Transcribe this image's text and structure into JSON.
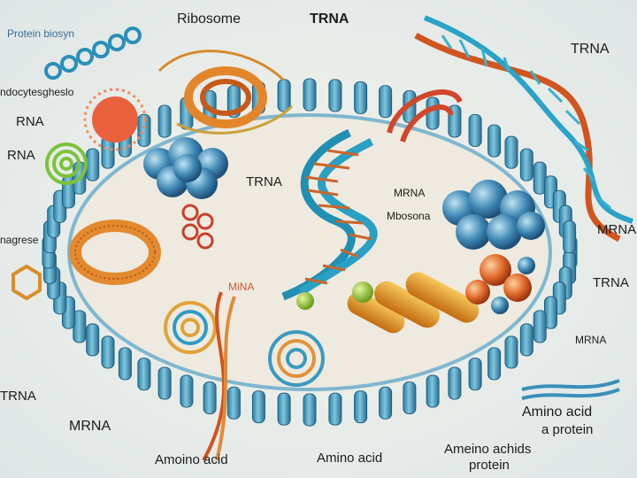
{
  "labels": {
    "protein_biosynthesis": "Protein biosyn",
    "ribosome": "Ribosome",
    "trna_top": "TRNA",
    "trna_right_top": "TRNA",
    "endocytosis": "ndocytesgheslo",
    "rna_left": "RNA",
    "rna_left2": "RNA",
    "trna_center": "TRNA",
    "mrna_center": "MRNA",
    "mbosona": "Mbosona",
    "nagrese": "nagrese",
    "mrna_right": "MRNA",
    "mina": "MiNA",
    "trna_right_mid": "TRNA",
    "mrna_right_low": "MRNA",
    "trna_left_low": "TRNA",
    "amino_acid_a_protein_1": "Amino acid",
    "amino_acid_a_protein_2": "a protein",
    "mrna_bottom_left": "MRNA",
    "amino_acid_bottom_left": "Amoino acid",
    "amino_acid_bottom_center": "Amino acid",
    "ameino_1": "Ameino achids",
    "ameino_2": "protein"
  }
}
